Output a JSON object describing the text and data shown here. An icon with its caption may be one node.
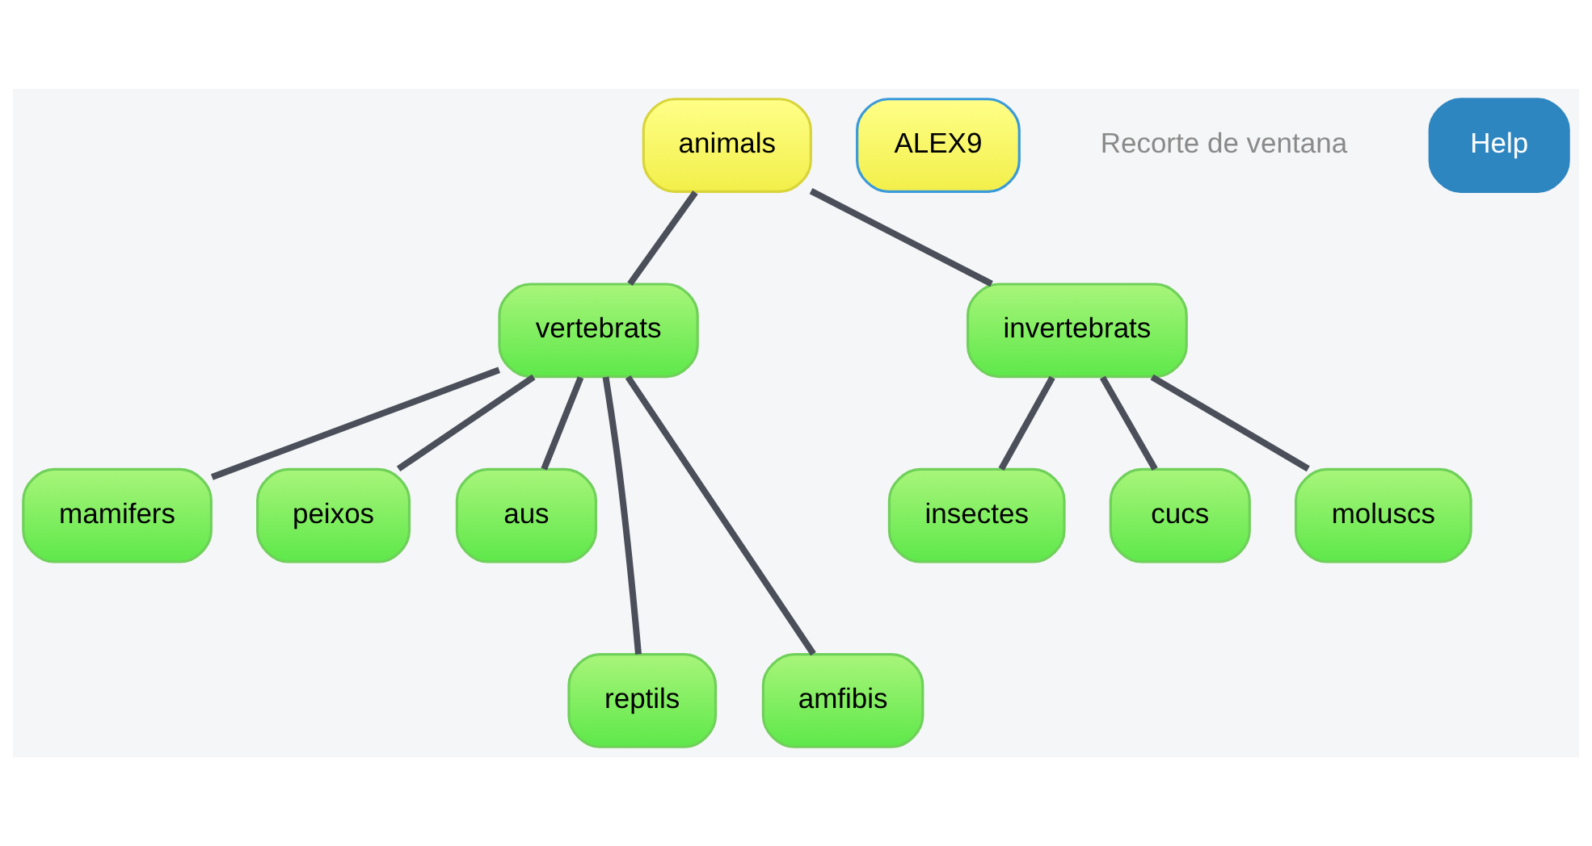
{
  "diagram": {
    "nodes": [
      {
        "text": [
          "animals"
        ]
      },
      {
        "text": [
          "vertebrats"
        ]
      },
      {
        "text": [
          "invertebrats"
        ]
      },
      {
        "text": [
          "mamifers"
        ]
      },
      {
        "text": [
          "peixos"
        ]
      },
      {
        "text": [
          "aus"
        ]
      },
      {
        "text": [
          "reptils"
        ]
      },
      {
        "text": [
          "amfibis"
        ]
      },
      {
        "text": [
          "insectes"
        ]
      },
      {
        "text": [
          "cucs"
        ]
      },
      {
        "text": [
          "moluscs"
        ]
      },
      {
        "text": [
          "ALEX9"
        ]
      }
    ],
    "edges": [
      {
        "from": 0,
        "to": 1,
        "arrow": "none"
      },
      {
        "from": 0,
        "to": 2,
        "arrow": "none"
      },
      {
        "from": 1,
        "to": 3,
        "arrow": "none"
      },
      {
        "from": 1,
        "to": 4,
        "arrow": "none"
      },
      {
        "from": 1,
        "to": 5,
        "arrow": "none"
      },
      {
        "from": 1,
        "to": 6,
        "arrow": "none"
      },
      {
        "from": 1,
        "to": 7,
        "arrow": "none"
      },
      {
        "from": 2,
        "to": 8,
        "arrow": "none"
      },
      {
        "from": 2,
        "to": 9,
        "arrow": "none"
      },
      {
        "from": 2,
        "to": 10,
        "arrow": "none"
      }
    ],
    "labels": [
      "Recorte de ventana",
      "Help"
    ]
  }
}
